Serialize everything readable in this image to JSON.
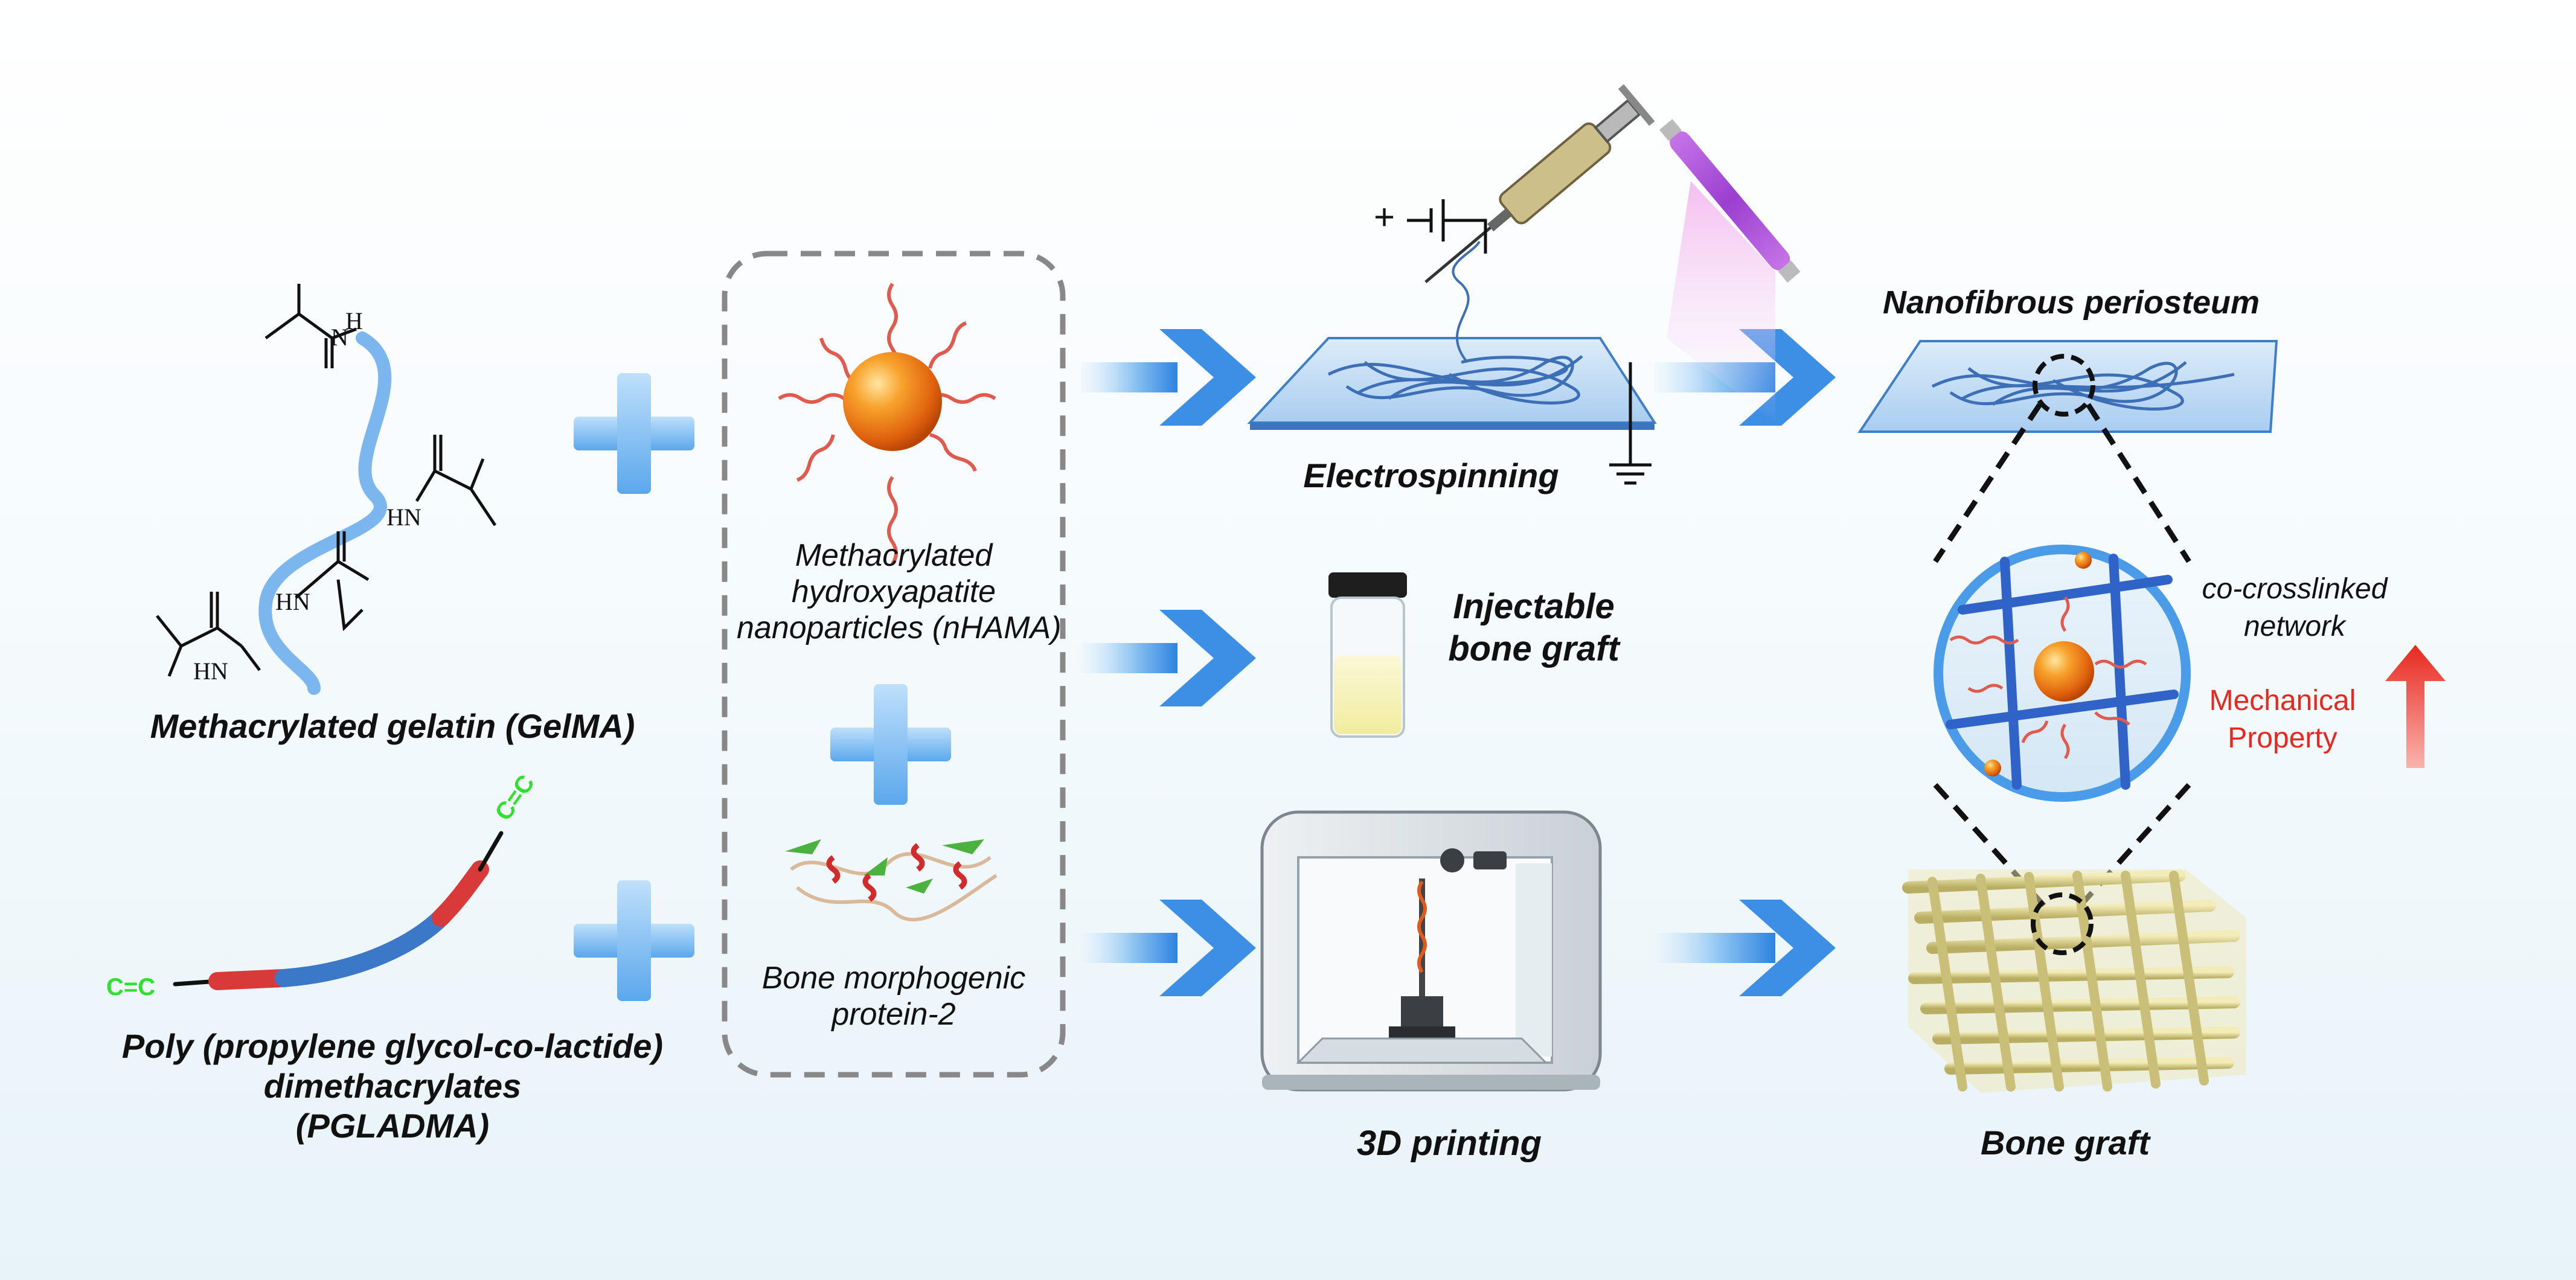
{
  "materials": {
    "gelma": {
      "label": "Methacrylated gelatin (GelMA)",
      "atoms": {
        "nh1": "N",
        "h1": "H",
        "hn": "HN"
      }
    },
    "pgladma": {
      "label_line1": "Poly (propylene glycol-co-lactide)",
      "label_line2": "dimethacrylates",
      "label_line3": "(PGLADMA)",
      "end_group": "C=C"
    },
    "nhama": {
      "label_line1": "Methacrylated",
      "label_line2": "hydroxyapatite",
      "label_line3": "nanoparticles (nHAMA)"
    },
    "bmp2": {
      "label_line1": "Bone morphogenic",
      "label_line2": "protein-2"
    }
  },
  "processes": {
    "electrospinning": "Electrospinning",
    "injectable_line1": "Injectable",
    "injectable_line2": "bone graft",
    "printing": "3D printing",
    "voltage_symbol": "+"
  },
  "products": {
    "periosteum": "Nanofibrous periosteum",
    "bone_graft": "Bone graft",
    "network_line1": "co-crosslinked",
    "network_line2": "network",
    "mechanical_line1": "Mechanical",
    "mechanical_line2": "Property"
  },
  "colors": {
    "fiber": "#4a8fd6",
    "arrow": "#3d8fe6",
    "nanoparticle": "#f08a1c",
    "chain_red": "#d83a3a",
    "uv_lamp": "#b04fd8",
    "scaffold": "#d9cf8a",
    "accent_green": "#2fe02f",
    "mechanical_red": "#e8281e"
  }
}
